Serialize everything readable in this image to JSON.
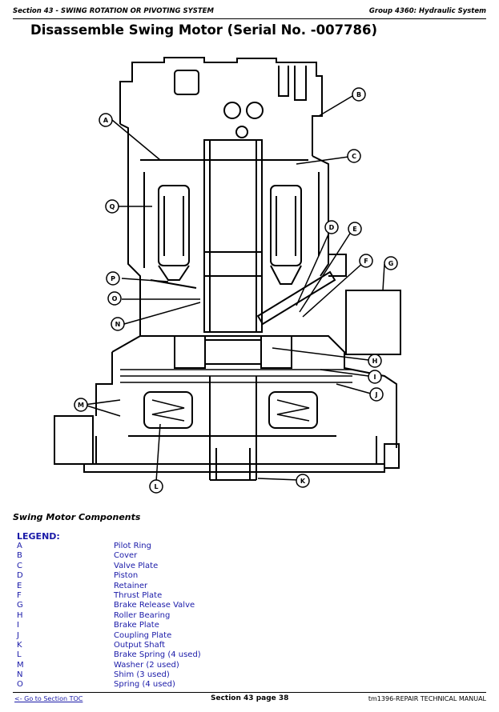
{
  "header": {
    "left": "Section 43 - SWING ROTATION OR PIVOTING SYSTEM",
    "right": "Group 4360: Hydraulic System"
  },
  "title": "Disassemble Swing Motor (Serial No. -007786)",
  "diagram": {
    "callouts": [
      "A",
      "B",
      "C",
      "D",
      "E",
      "F",
      "G",
      "H",
      "I",
      "J",
      "K",
      "L",
      "M",
      "N",
      "O",
      "P",
      "Q"
    ]
  },
  "caption": "Swing Motor Components",
  "legend": {
    "title": "LEGEND:",
    "items": [
      {
        "key": "A",
        "label": "Pilot Ring"
      },
      {
        "key": "B",
        "label": "Cover"
      },
      {
        "key": "C",
        "label": "Valve Plate"
      },
      {
        "key": "D",
        "label": "Piston"
      },
      {
        "key": "E",
        "label": "Retainer"
      },
      {
        "key": "F",
        "label": "Thrust Plate"
      },
      {
        "key": "G",
        "label": "Brake Release Valve"
      },
      {
        "key": "H",
        "label": "Roller Bearing"
      },
      {
        "key": "I",
        "label": "Brake Plate"
      },
      {
        "key": "J",
        "label": "Coupling Plate"
      },
      {
        "key": "K",
        "label": "Output Shaft"
      },
      {
        "key": "L",
        "label": "Brake Spring (4 used)"
      },
      {
        "key": "M",
        "label": "Washer (2 used)"
      },
      {
        "key": "N",
        "label": "Shim (3 used)"
      },
      {
        "key": "O",
        "label": "Spring (4 used)"
      }
    ]
  },
  "footer": {
    "link": "<- Go to Section TOC",
    "center": "Section 43 page 38",
    "right": "tm1396-REPAIR TECHNICAL MANUAL"
  }
}
